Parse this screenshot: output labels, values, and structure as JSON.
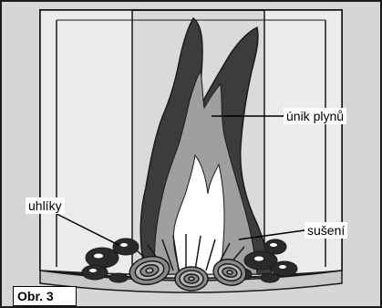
{
  "figure": {
    "caption": "Obr. 3",
    "labels": {
      "gas_escape": "únik plynů",
      "embers": "uhlíky",
      "drying": "sušení"
    },
    "colors": {
      "background": "#d6d6d6",
      "side_panel": "#ebebeb",
      "frame": "#1a1a1a",
      "flame_outer": "#3c3c3c",
      "flame_middle": "#9f9f9f",
      "flame_inner": "#ffffff",
      "embers": "#2a2a2a"
    }
  }
}
